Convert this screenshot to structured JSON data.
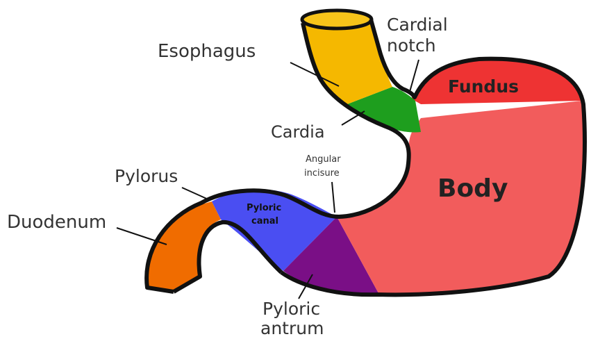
{
  "labels": {
    "esophagus": "Esophagus",
    "cardial_notch_line1": "Cardial",
    "cardial_notch_line2": "notch",
    "fundus": "Fundus",
    "cardia": "Cardia",
    "angular_incisure_line1": "Angular",
    "angular_incisure_line2": "incisure",
    "body": "Body",
    "pylorus": "Pylorus",
    "pyloric_canal_line1": "Pyloric",
    "pyloric_canal_line2": "canal",
    "duodenum": "Duodenum",
    "pyloric_antrum_line1": "Pyloric",
    "pyloric_antrum_line2": "antrum"
  },
  "colors": {
    "esophagus": "#f5b800",
    "cardia": "#1e9e1e",
    "fundus": "#ee3333",
    "body": "#f25c5c",
    "pyloric_canal": "#4a4ef2",
    "pyloric_antrum": "#7a0f86",
    "duodenum": "#f06c00",
    "outline": "#111111",
    "text": "#333333"
  }
}
